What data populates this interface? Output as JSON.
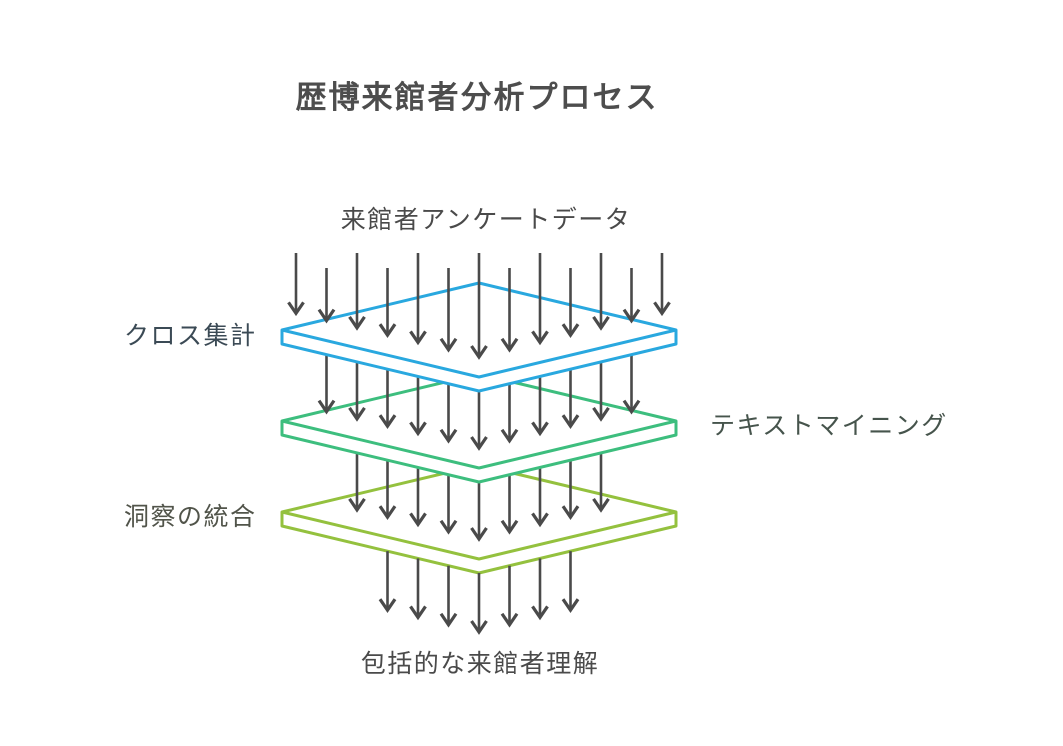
{
  "title": {
    "text": "歴博来館者分析プロセス",
    "color": "#4D4D4D"
  },
  "diagram": {
    "input": {
      "text": "来館者アンケートデータ",
      "color": "#4A4A4A"
    },
    "output": {
      "text": "包括的な来館者理解",
      "color": "#4A4A4A"
    },
    "layers": [
      {
        "label": "クロス集計",
        "side": "left",
        "plane_color": "#29A8DF",
        "label_color": "#3B4A55"
      },
      {
        "label": "テキストマイニング",
        "side": "right",
        "plane_color": "#3DBE7E",
        "label_color": "#46544C"
      },
      {
        "label": "洞察の統合",
        "side": "left",
        "plane_color": "#94C13E",
        "label_color": "#51544A"
      }
    ],
    "arrows": {
      "color": "#4A4A4A",
      "counts": [
        13,
        11,
        9,
        7
      ]
    }
  }
}
